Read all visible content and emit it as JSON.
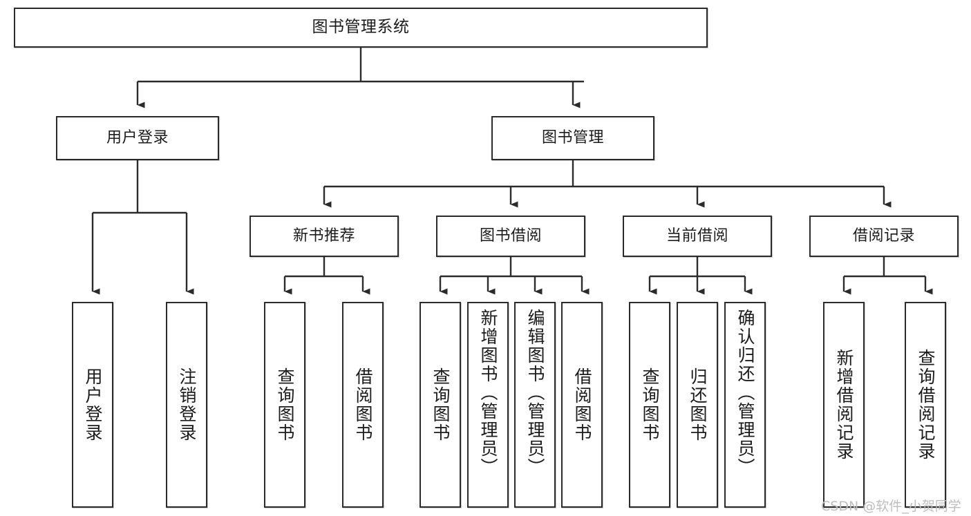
{
  "diagram": {
    "type": "tree",
    "title": "图书管理系统",
    "watermark": "CSDN @软件_小贺同学",
    "colors": {
      "border": "#2b2b2b",
      "background": "#ffffff",
      "text": "#1b1b1b",
      "watermark": "#bdbdbd"
    },
    "nodes": {
      "root": {
        "label": "图书管理系统"
      },
      "level2": [
        {
          "label": "用户登录"
        },
        {
          "label": "图书管理"
        }
      ],
      "level3": [
        {
          "label": "新书推荐"
        },
        {
          "label": "图书借阅"
        },
        {
          "label": "当前借阅"
        },
        {
          "label": "借阅记录"
        }
      ],
      "leaves_user_login": [
        {
          "label": "用户登录"
        },
        {
          "label": "注销登录"
        }
      ],
      "leaves_new_books": [
        {
          "label": "查询图书"
        },
        {
          "label": "借阅图书"
        }
      ],
      "leaves_borrow": [
        {
          "label": "查询图书"
        },
        {
          "label": "新增图书（管理员）"
        },
        {
          "label": "编辑图书（管理员）"
        },
        {
          "label": "借阅图书"
        }
      ],
      "leaves_current": [
        {
          "label": "查询图书"
        },
        {
          "label": "归还图书"
        },
        {
          "label": "确认归还（管理员）"
        }
      ],
      "leaves_records": [
        {
          "label": "新增借阅记录"
        },
        {
          "label": "查询借阅记录"
        }
      ]
    }
  }
}
